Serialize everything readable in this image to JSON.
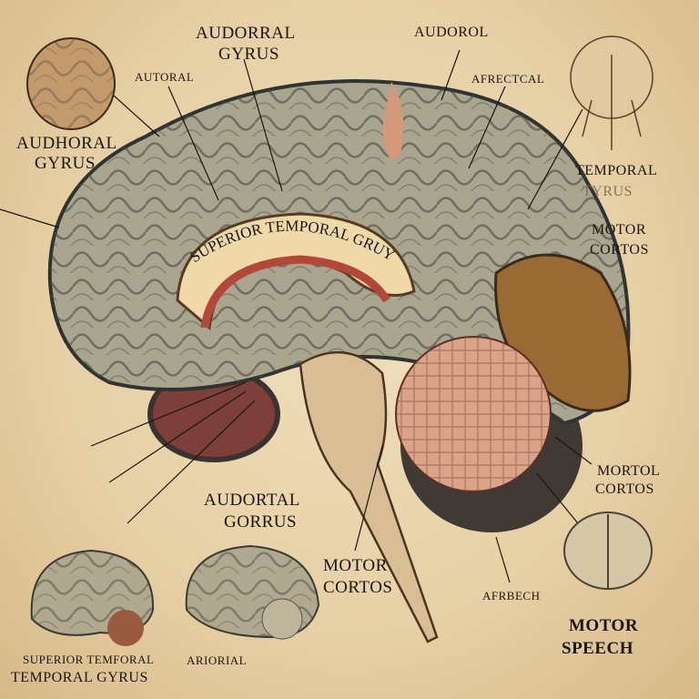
{
  "colors": {
    "paper": "#e9d6b0",
    "cortex": "#a9a58f",
    "cortex_shadow": "#4f5a52",
    "frontal_highlight": "#d4987a",
    "occipital": "#9a6a35",
    "cerebellum": "#d9a48a",
    "brainstem": "#d8bd95",
    "ink": "#1b1510"
  },
  "labels": {
    "top_center_1": "AUDORRAL",
    "top_center_2": "GYRUS",
    "top_right_small": "AUDOROL",
    "upper_left_small": "AUTORAL",
    "upper_right_small": "AFRECTCAL",
    "left_1": "AUDHORAL",
    "left_2": "GYRUS",
    "right_temporal_1": "TEMPORAL",
    "right_temporal_2": "TYRUS",
    "right_motor_1": "MOTOR",
    "right_motor_2": "CORTOS",
    "band_label": "SUPERIOR TEMPORAL GRUY",
    "lower_right_1": "MORTOL",
    "lower_right_2": "CORTOS",
    "lower_center_1": "AUDORTAL",
    "lower_center_2": "GORRUS",
    "bottom_motor_1": "MOTOR",
    "bottom_motor_2": "CORTOS",
    "bottom_small": "AFRBECH",
    "bottom_right_1": "MOTOR",
    "bottom_right_2": "SPEECH",
    "bottom_left_1": "SUPERIOR TEMFORAL",
    "bottom_left_2": "TEMPORAL GYRUS",
    "bottom_mid_small": "ARIORIAL"
  }
}
